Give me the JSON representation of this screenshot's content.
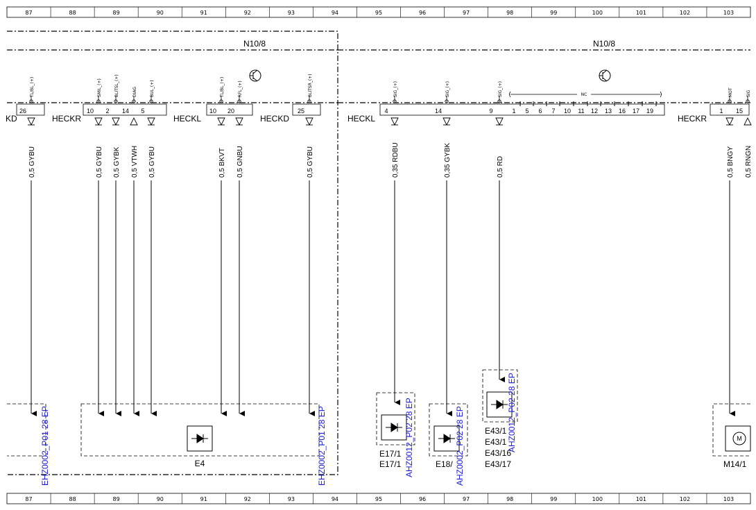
{
  "ruler": [
    "87",
    "88",
    "89",
    "90",
    "91",
    "92",
    "93",
    "94",
    "95",
    "96",
    "97",
    "98",
    "99",
    "100",
    "101",
    "102",
    "103"
  ],
  "modules": [
    {
      "name": "N10/8"
    },
    {
      "name": "N10/8"
    }
  ],
  "connectors": [
    "KD",
    "HECKR",
    "HECKL",
    "HECKD",
    "HECKL",
    "HECKR"
  ],
  "signals": [
    {
      "sig": "TL/BL_(+)",
      "pin": "26",
      "wire": "0,5 GYBU"
    },
    {
      "sig": "SMIL_(+)",
      "pin": "10",
      "wire": "0,5 GYBU"
    },
    {
      "sig": "BLITSL_(+)",
      "pin": "2",
      "wire": "0,5 GYBK"
    },
    {
      "sig": "DIAG",
      "pin": "14",
      "wire": "0,5 VTWH"
    },
    {
      "sig": "BUL_(+)",
      "pin": "5",
      "wire": "0,5 GYBU"
    },
    {
      "sig": "TL/BL_(+)",
      "pin": "10",
      "wire": "0,5 BKVT"
    },
    {
      "sig": "RFL_(+)",
      "pin": "20",
      "wire": "0,5 GNBU"
    },
    {
      "sig": "BLITSR_(+)",
      "pin": "25",
      "wire": "0,5 GYBU"
    },
    {
      "sig": "SIG_(+)",
      "pin": "4",
      "wire": "0,35 RDBU"
    },
    {
      "sig": "SIG_(+)",
      "pin": "14",
      "wire": "0,35 GYBK"
    },
    {
      "sig": "SIG_(+)",
      "pin": "9",
      "wire": "0,5 RD"
    },
    {
      "sig": "MOT",
      "pin": "1",
      "wire": "0,5 BNGY"
    },
    {
      "sig": "SIG",
      "pin": "15",
      "wire": "0,5 RNGN"
    }
  ],
  "nc": {
    "label": "NC",
    "pins": [
      "1",
      "5",
      "6",
      "7",
      "10",
      "11",
      "12",
      "13",
      "16",
      "17",
      "19"
    ]
  },
  "references": [
    "EHZ0002_P01 28 EP",
    "EHZ0002_P01 28 EP",
    "AHZ0012_P02 28 EP",
    "AHZ0002_P02 28 EP",
    "AHZ0012_P02 28 EP"
  ],
  "components": {
    "e4": "E4",
    "e17": [
      "E17/1",
      "E17/1"
    ],
    "e18": "E18/",
    "e43": [
      "E43/1",
      "E43/1",
      "E43/16",
      "E43/17"
    ],
    "m14": "M14/1",
    "motor_symbol": "M"
  }
}
